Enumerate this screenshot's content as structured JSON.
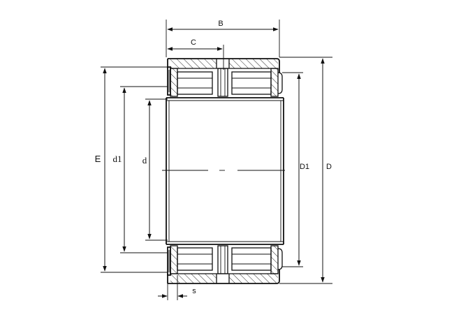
{
  "diagram": {
    "labels": {
      "B": "B",
      "C": "C",
      "E": "E",
      "d1": "d1",
      "d": "d",
      "D1": "D1",
      "D": "D",
      "s": "s"
    },
    "line_color": "#111111",
    "background": "#ffffff"
  }
}
